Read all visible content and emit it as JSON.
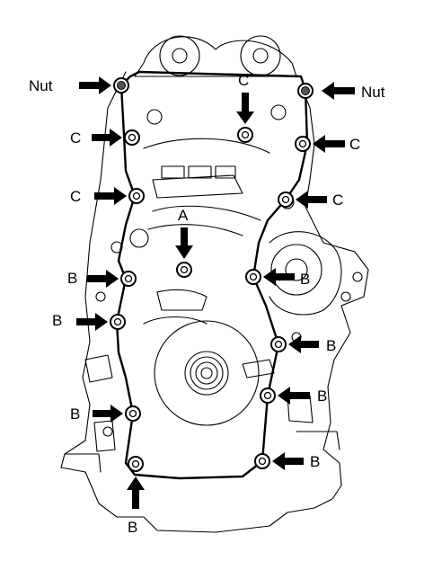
{
  "callouts": {
    "nut_left": "Nut",
    "nut_right": "Nut",
    "c_top": "C",
    "c_left_1": "C",
    "c_right_1": "C",
    "c_left_2": "C",
    "c_right_2": "C",
    "a_center": "A",
    "b_left_1": "B",
    "b_right_1": "B",
    "b_left_2": "B",
    "b_right_2": "B",
    "b_right_3": "B",
    "b_left_3": "B",
    "b_right_4": "B",
    "b_bottom": "B"
  },
  "icons": {
    "arrow": "solid-black-arrow",
    "fastener": "bolt-head-ring"
  }
}
